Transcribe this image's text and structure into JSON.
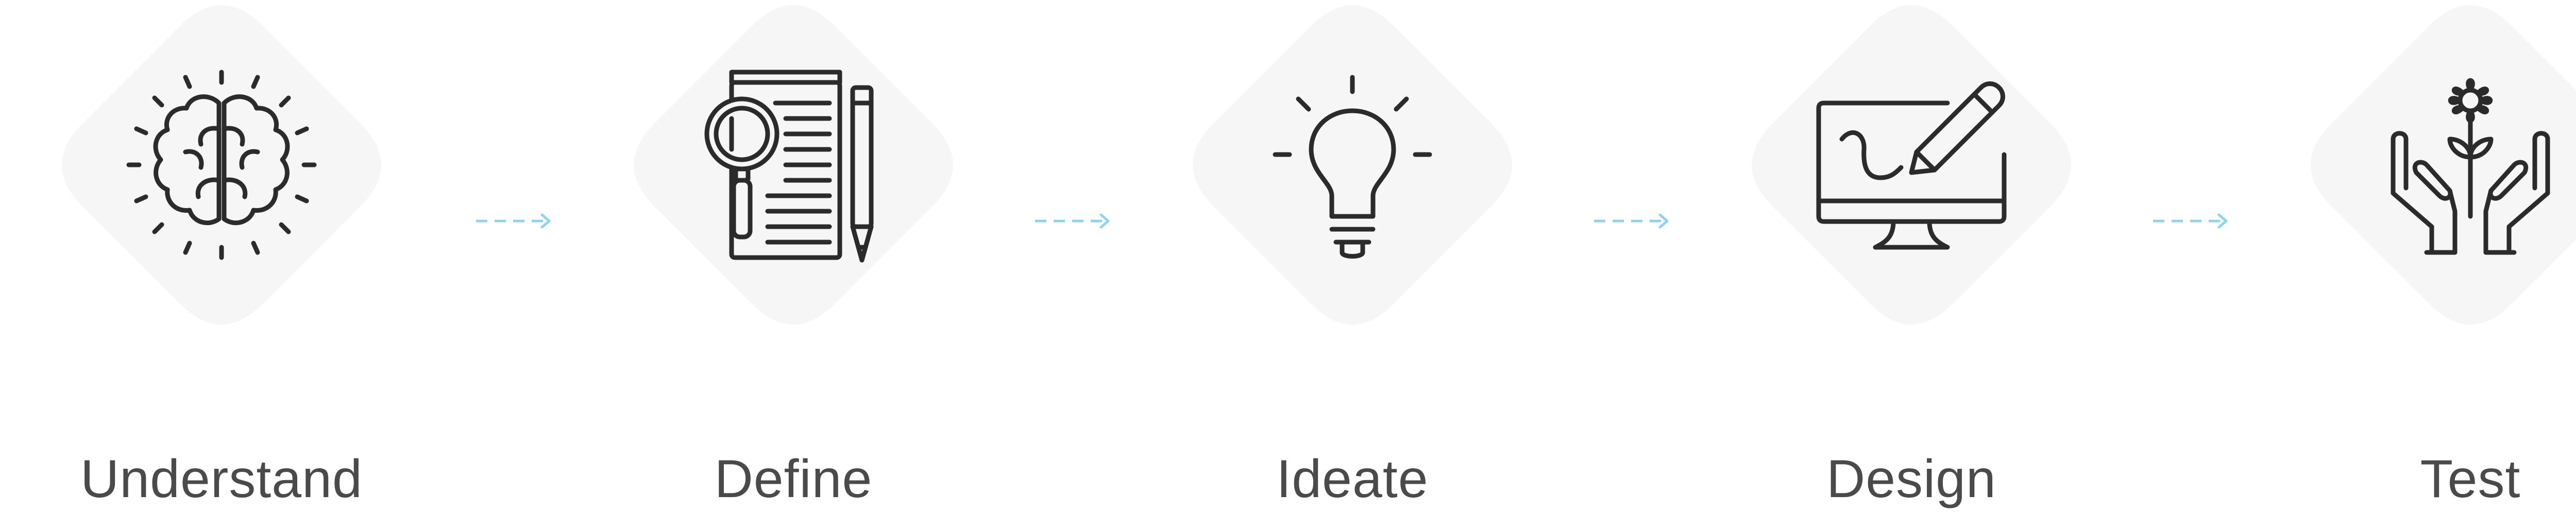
{
  "steps": [
    {
      "label": "Understand",
      "icon": "brain-icon"
    },
    {
      "label": "Define",
      "icon": "document-magnifier-pencil-icon"
    },
    {
      "label": "Ideate",
      "icon": "lightbulb-icon"
    },
    {
      "label": "Design",
      "icon": "monitor-pen-icon"
    },
    {
      "label": "Test",
      "icon": "hands-flower-icon"
    }
  ],
  "colors": {
    "tile": "#f6f6f6",
    "icon_stroke": "#2b2b2b",
    "arrow": "#8fd3f0",
    "label": "#4a4a4a"
  }
}
